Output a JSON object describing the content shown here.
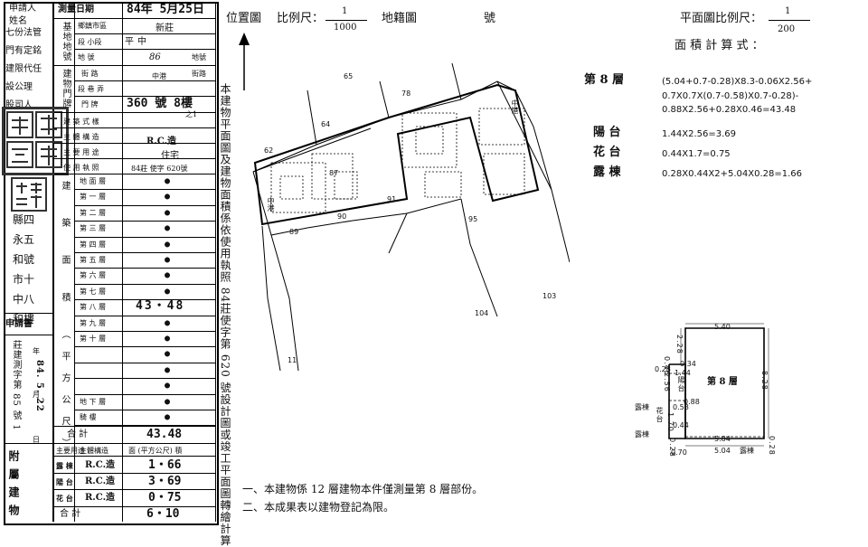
{
  "applicant_col": {
    "header_top": "申請人",
    "header_name": "姓名",
    "lines": [
      "七份法管",
      "門有定銘",
      "建限代任",
      "設公理",
      "股司人"
    ],
    "address": [
      "縣四",
      "永五",
      "和號",
      "市十",
      "中八",
      "和樓"
    ],
    "application_label": "申請書",
    "application_no": "莊建測字第 85 號 1",
    "application_date": "84. 5. 22",
    "date_labels": [
      "年",
      "月",
      "日"
    ]
  },
  "main_table": {
    "survey_date_label": "測量日期",
    "survey_date_value": "84年 5月25日",
    "base_label": "基地地號",
    "county_label": "鄉鎮市區",
    "county_value": "新莊",
    "section_label": "段 小段",
    "section_value": "中",
    "section_value2": "平",
    "land_no_label": "地 號",
    "land_no_value": "86",
    "land_no_suffix": "地號",
    "door_label": "建物門牌",
    "street_label": "街 路",
    "street_value": "中港",
    "street_suffix": "街路",
    "alley_label": "段 巷 弄",
    "door_no_label": "門 牌",
    "door_no_value": "360 號 8樓",
    "door_no_sub": "之1",
    "building_type": "建 築 式 樣",
    "main_structure": "主 體 構 造",
    "main_structure_value": "R.C.造",
    "main_use": "主 要 用 途",
    "main_use_value": "住宅",
    "license_label": "使 用 執 照",
    "license_value": "84莊 使字 620號",
    "area_side_label": "建 築 面 積 （平方公尺）",
    "floors": [
      {
        "label": "地 面 層",
        "value": "●"
      },
      {
        "label": "第 一 層",
        "value": "●"
      },
      {
        "label": "第 二 層",
        "value": "●"
      },
      {
        "label": "第 三 層",
        "value": "●"
      },
      {
        "label": "第 四 層",
        "value": "●"
      },
      {
        "label": "第 五 層",
        "value": "●"
      },
      {
        "label": "第 六 層",
        "value": "●"
      },
      {
        "label": "第 七 層",
        "value": "●"
      },
      {
        "label": "第 八 層",
        "value": "43・48"
      },
      {
        "label": "第 九 層",
        "value": "●"
      },
      {
        "label": "第 十 層",
        "value": "●"
      },
      {
        "label": "",
        "value": "●"
      },
      {
        "label": "",
        "value": "●"
      },
      {
        "label": "",
        "value": "●"
      },
      {
        "label": "地 下 層",
        "value": "●"
      },
      {
        "label": "騎 樓",
        "value": "●"
      }
    ],
    "total_label": "合 計",
    "total_value": "43.48"
  },
  "attached": {
    "side_label": "附屬建物",
    "head_use": "主要用途",
    "head_structure": "主體構造",
    "head_area": "面 (平方公尺) 積",
    "rows": [
      {
        "use": "露 棟",
        "structure": "R.C.造",
        "area": "1・66"
      },
      {
        "use": "陽 台",
        "structure": "R.C.造",
        "area": "3・69"
      },
      {
        "use": "花 台",
        "structure": "R.C.造",
        "area": "0・75"
      }
    ],
    "total_label": "合 計",
    "total_value": "6・10"
  },
  "vertical_note": "本建物平面圖及建物面積係依使用執照 84莊使字第 620 號設計圖或竣工平面圖轉繪計算",
  "location_map": {
    "title": "位置圖",
    "scale_label": "比例尺：",
    "scale_num": "1",
    "scale_den": "1000",
    "cadastral": "地籍圖",
    "number_suffix": "號",
    "parcels": [
      "65",
      "78",
      "64",
      "62",
      "87",
      "91",
      "90",
      "89",
      "95",
      "104",
      "103",
      "11"
    ],
    "road_labels": [
      "中港",
      "中港"
    ]
  },
  "floor_plan": {
    "scale_label": "平面圖比例尺：",
    "scale_num": "1",
    "scale_den": "200",
    "calc_title": "面 積 計 算 式 ：",
    "calc_rows": [
      {
        "label": "第 8 層",
        "formula": "(5.04+0.7-0.28)X8.3-0.06X2.56+"
      },
      {
        "label": "",
        "formula": "0.7X0.7X(0.7-0.58)X0.7-0.28)-"
      },
      {
        "label": "",
        "formula": "0.88X2.56+0.28X0.46=43.48"
      },
      {
        "label": "陽 台",
        "formula": "1.44X2.56=3.69"
      },
      {
        "label": "花 台",
        "formula": "0.44X1.7=0.75"
      },
      {
        "label": "露 棟",
        "formula": "0.28X0.44X2+5.04X0.28=1.66"
      }
    ],
    "plan_floor_label": "第 8 層",
    "dims": [
      "5.40",
      "2.28",
      "0.34",
      "1.44",
      "2.56",
      "0.46",
      "0.88",
      "0.28",
      "8.28",
      "0.44",
      "1.70",
      "0.58",
      "0.70",
      "5.84",
      "5.04",
      "0.28",
      "0.28"
    ],
    "plan_labels": [
      "陽台",
      "花台",
      "露棟",
      "露棟",
      "露棟"
    ]
  },
  "footnotes": [
    "一、本建物係 12 層建物本件僅測量第 8 層部份。",
    "二、本成果表以建物登記為限。"
  ]
}
